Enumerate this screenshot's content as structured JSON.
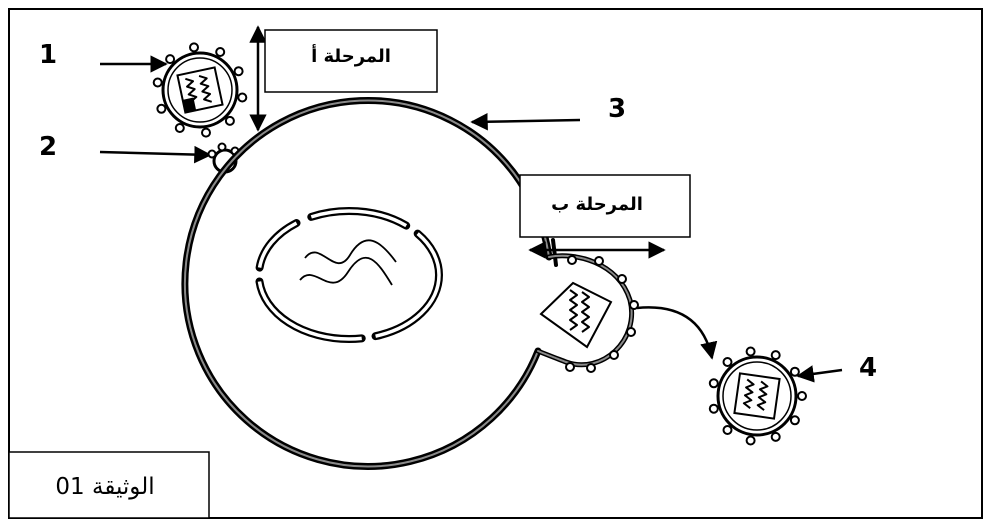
{
  "labels": {
    "label_1": "1",
    "label_2": "2",
    "label_3": "3",
    "label_4": "4"
  },
  "stage_a": "المرحلة أ",
  "stage_b": "المرحلة ب",
  "document_label": "الوثيقة 01",
  "colors": {
    "ink": "#000000",
    "paper": "#ffffff",
    "membrane_inner": "#8a8a8a"
  }
}
